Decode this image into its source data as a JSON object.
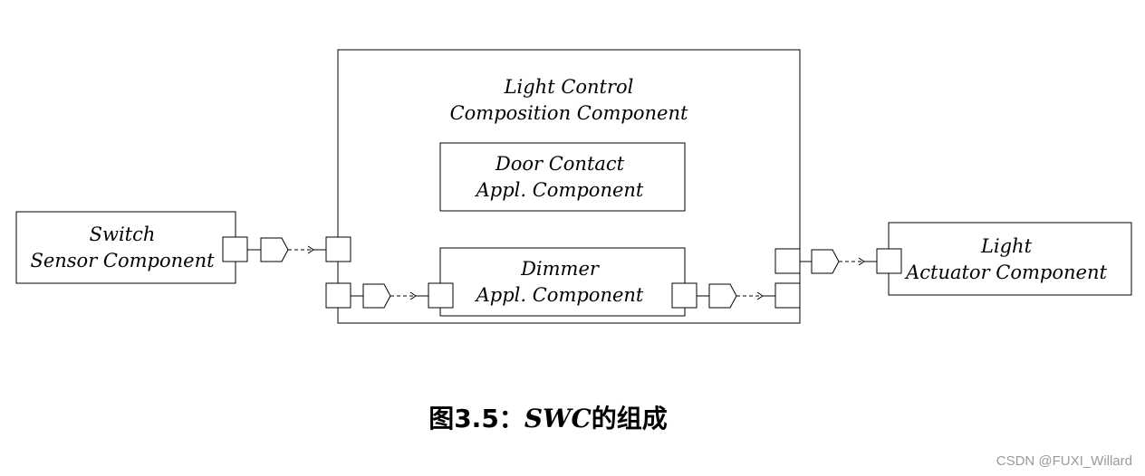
{
  "diagram": {
    "composition": {
      "line1": "Light Control",
      "line2": "Composition Component"
    },
    "door_contact": {
      "line1": "Door Contact",
      "line2": "Appl. Component"
    },
    "dimmer": {
      "line1": "Dimmer",
      "line2": "Appl. Component"
    },
    "switch_sensor": {
      "line1": "Switch",
      "line2": "Sensor Component"
    },
    "light_actuator": {
      "line1": "Light",
      "line2": "Actuator Component"
    }
  },
  "caption": {
    "prefix": "图3.5：",
    "swc": "SWC",
    "suffix": "的组成"
  },
  "watermark": "CSDN @FUXI_Willard",
  "colors": {
    "stroke": "#000000",
    "background": "#ffffff",
    "watermark": "#9a9a9a"
  }
}
